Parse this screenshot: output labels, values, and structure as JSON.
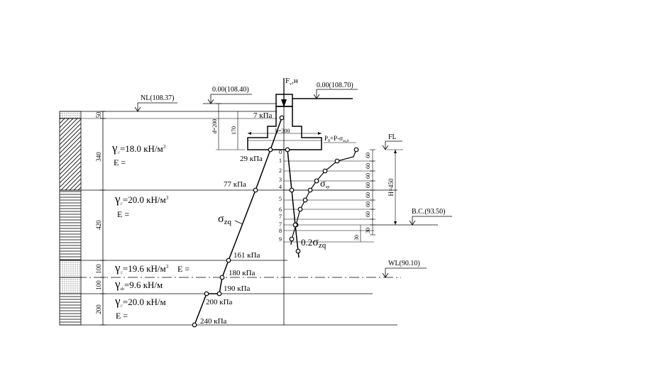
{
  "levels": {
    "nl": "NL(108.37)",
    "top_left": "0.00(108.40)",
    "top_right": "0.00(108.70)",
    "fl": "FL",
    "bc": "B.C.(93.50)",
    "wl": "WL(90.10)"
  },
  "load": {
    "force": "F",
    "force_sub": "v",
    "force_unit": ",н"
  },
  "foundation": {
    "depth_label": "d=200",
    "dim_170": "170",
    "width_label": "b=300",
    "pressure_label": "P",
    "pressure_sub": "0",
    "pressure_rest": "=P-σ",
    "pressure_sub2": "zq,0",
    "top_pressure": "7 кПа"
  },
  "layers": [
    {
      "gamma_symbol": "γ",
      "gamma_sub": "//",
      "gamma_value": "=18.0 кН/м",
      "gamma_sup": "3",
      "e_label": "E =",
      "thickness": "340"
    },
    {
      "gamma_symbol": "γ",
      "gamma_sub": "//",
      "gamma_value": "=20.0 кН/м",
      "gamma_sup": "3",
      "e_label": "E =",
      "thickness": "420"
    },
    {
      "gamma_symbol": "γ",
      "gamma_sub": "//",
      "gamma_value": "=19.6 кН/м",
      "gamma_sup": "3",
      "e_label": "E =",
      "thickness": "100"
    },
    {
      "gamma_symbol": "γ",
      "gamma_sub": "sb",
      "gamma_value": "=9.6 кН/м",
      "gamma_sup": "",
      "e_label": "",
      "thickness": "100"
    },
    {
      "gamma_symbol": "γ",
      "gamma_sub": "//",
      "gamma_value": "=20.0 кН/м",
      "gamma_sup": "",
      "e_label": "E =",
      "thickness": "200"
    }
  ],
  "top_thickness": "50",
  "stress_labels": [
    "29 кПа",
    "77 кПа",
    "161 кПа",
    "180 кПа",
    "190 кПа",
    "200 кПа",
    "240 кПа"
  ],
  "sigma_zq": {
    "symbol": "σ",
    "sub": "zq"
  },
  "sigma_zp": {
    "symbol": "σ",
    "sub": "zp"
  },
  "sigma_02": {
    "prefix": "0.2",
    "symbol": "σ",
    "sub": "zq"
  },
  "point_numbers": [
    "0",
    "1",
    "2",
    "3",
    "4",
    "5",
    "6",
    "7",
    "7",
    "8",
    "9"
  ],
  "interval_labels": [
    "60",
    "60",
    "60",
    "60",
    "60",
    "60",
    "60",
    "30"
  ],
  "h_label": "H=450",
  "bottom_interval": "30"
}
